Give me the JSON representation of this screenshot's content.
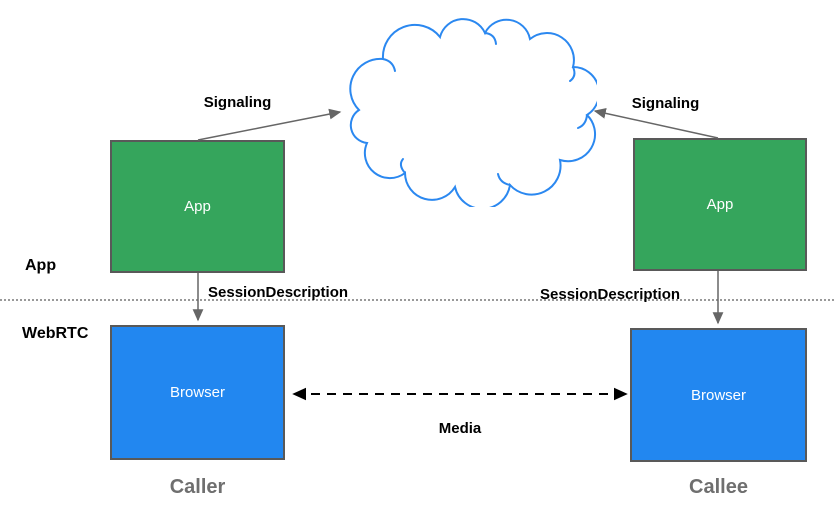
{
  "layers": {
    "app": "App",
    "webrtc": "WebRTC"
  },
  "caller": {
    "app_box": "App",
    "browser_box": "Browser",
    "signaling": "Signaling",
    "session_description": "SessionDescription",
    "name": "Caller"
  },
  "callee": {
    "app_box": "App",
    "browser_box": "Browser",
    "signaling": "Signaling",
    "session_description": "SessionDescription",
    "name": "Callee"
  },
  "media": "Media",
  "colors": {
    "app_box_fill": "#35a55c",
    "browser_box_fill": "#2287f0",
    "cloud_stroke": "#2b88f0",
    "box_border": "#595959",
    "connector_gray": "#666666",
    "connector_black": "#000000",
    "endpoint_label": "#6f6f6f"
  }
}
